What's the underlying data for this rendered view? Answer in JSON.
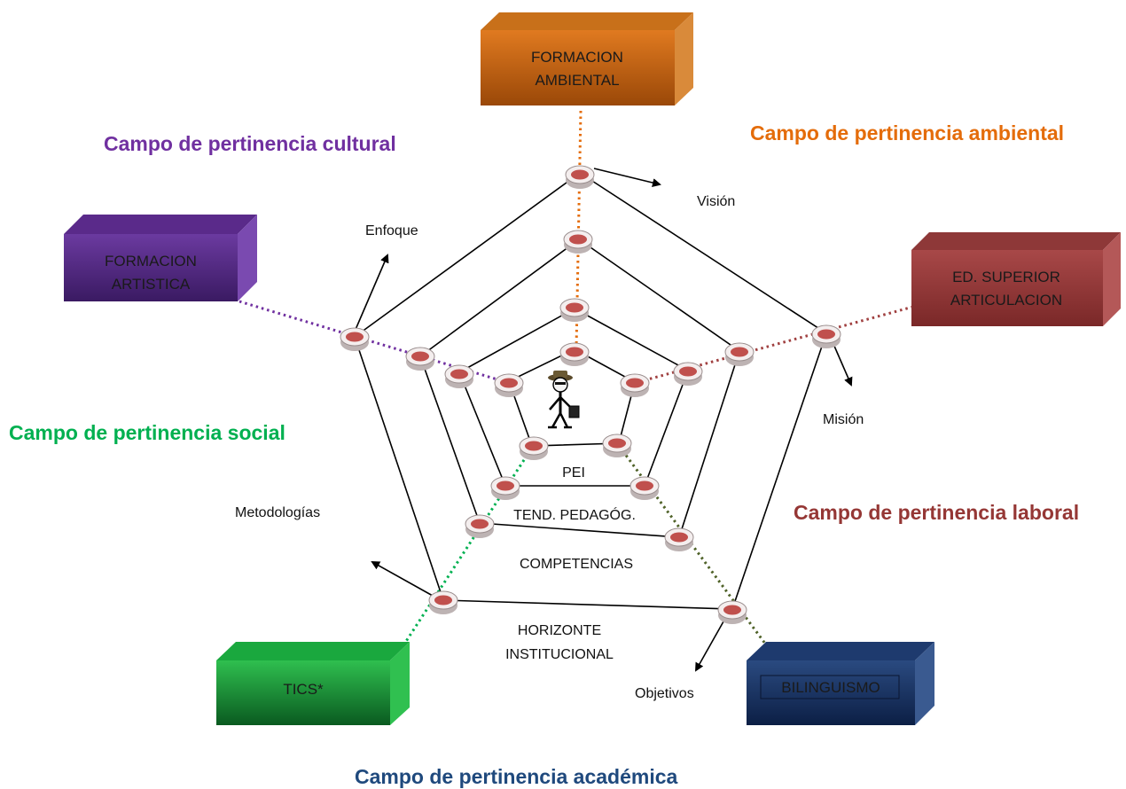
{
  "campos": {
    "cultural": "Campo de pertinencia cultural",
    "ambiental": "Campo de pertinencia ambiental",
    "social": "Campo de pertinencia social",
    "laboral": "Campo de pertinencia laboral",
    "academica": "Campo de pertinencia académica"
  },
  "boxes": {
    "ambiental": {
      "line1": "FORMACION",
      "line2": "AMBIENTAL"
    },
    "artistica": {
      "line1": "FORMACION",
      "line2": "ARTISTICA"
    },
    "superior": {
      "line1": "ED. SUPERIOR",
      "line2": "ARTICULACION"
    },
    "tics": {
      "line1": "TICS*"
    },
    "bilinguismo": {
      "line1": "BILINGUISMO"
    }
  },
  "rings": {
    "pei": "PEI",
    "tend": "TEND.  PEDAGÓG.",
    "competencias": "COMPETENCIAS",
    "horizonte1": "HORIZONTE",
    "horizonte2": "INSTITUCIONAL"
  },
  "arrows": {
    "vision": "Visión",
    "enfoque": "Enfoque",
    "mision": "Misión",
    "metodologias": "Metodologías",
    "objetivos": "Objetivos"
  },
  "colors": {
    "cultural": "#7030a0",
    "ambiental": "#e46c0a",
    "social": "#00b050",
    "laboral": "#953735",
    "academica": "#1f497d"
  }
}
